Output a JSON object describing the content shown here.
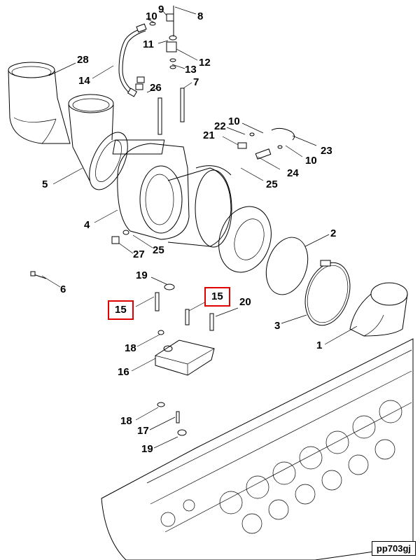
{
  "diagram": {
    "reference_code": "pp703gj",
    "highlight_color": "#e00000",
    "callouts": [
      {
        "id": "c10a",
        "label": "10"
      },
      {
        "id": "c9",
        "label": "9"
      },
      {
        "id": "c8",
        "label": "8"
      },
      {
        "id": "c11",
        "label": "11"
      },
      {
        "id": "c12",
        "label": "12"
      },
      {
        "id": "c13",
        "label": "13"
      },
      {
        "id": "c28",
        "label": "28"
      },
      {
        "id": "c14",
        "label": "14"
      },
      {
        "id": "c26",
        "label": "26"
      },
      {
        "id": "c7",
        "label": "7"
      },
      {
        "id": "c22",
        "label": "22"
      },
      {
        "id": "c10b",
        "label": "10"
      },
      {
        "id": "c21",
        "label": "21"
      },
      {
        "id": "c23",
        "label": "23"
      },
      {
        "id": "c10c",
        "label": "10"
      },
      {
        "id": "c24",
        "label": "24"
      },
      {
        "id": "c25a",
        "label": "25"
      },
      {
        "id": "c5",
        "label": "5"
      },
      {
        "id": "c4",
        "label": "4"
      },
      {
        "id": "c2",
        "label": "2"
      },
      {
        "id": "c27",
        "label": "27"
      },
      {
        "id": "c25b",
        "label": "25"
      },
      {
        "id": "c6",
        "label": "6"
      },
      {
        "id": "c19a",
        "label": "19"
      },
      {
        "id": "c15a",
        "label": "15",
        "highlighted": true
      },
      {
        "id": "c15b",
        "label": "15",
        "highlighted": true
      },
      {
        "id": "c20",
        "label": "20"
      },
      {
        "id": "c3",
        "label": "3"
      },
      {
        "id": "c1",
        "label": "1"
      },
      {
        "id": "c18a",
        "label": "18"
      },
      {
        "id": "c16",
        "label": "16"
      },
      {
        "id": "c18b",
        "label": "18"
      },
      {
        "id": "c17",
        "label": "17"
      },
      {
        "id": "c19b",
        "label": "19"
      }
    ]
  }
}
